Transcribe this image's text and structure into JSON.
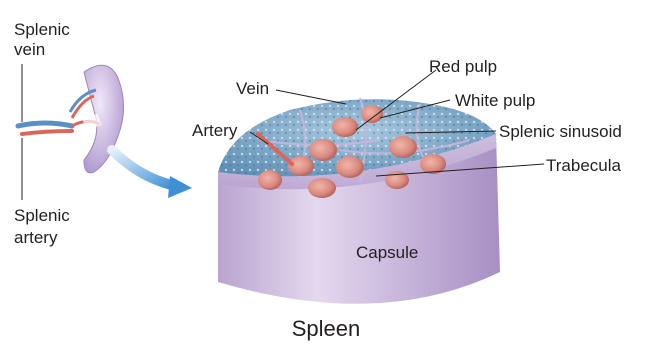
{
  "labels": {
    "splenic_vein_1": "Splenic",
    "splenic_vein_2": "vein",
    "splenic_artery_1": "Splenic",
    "splenic_artery_2": "artery",
    "vein": "Vein",
    "artery": "Artery",
    "red_pulp": "Red pulp",
    "white_pulp": "White pulp",
    "splenic_sinusoid": "Splenic sinusoid",
    "trabecula": "Trabecula",
    "capsule": "Capsule"
  },
  "caption": "Spleen",
  "colors": {
    "tissue_blue": "#6f9fc4",
    "pulp_pink": "#d98a80",
    "capsule_lavender": "#c9b6dc",
    "artery_red": "#d9665a",
    "vein_blue": "#5b8fc7",
    "leader_line": "#231f20"
  }
}
